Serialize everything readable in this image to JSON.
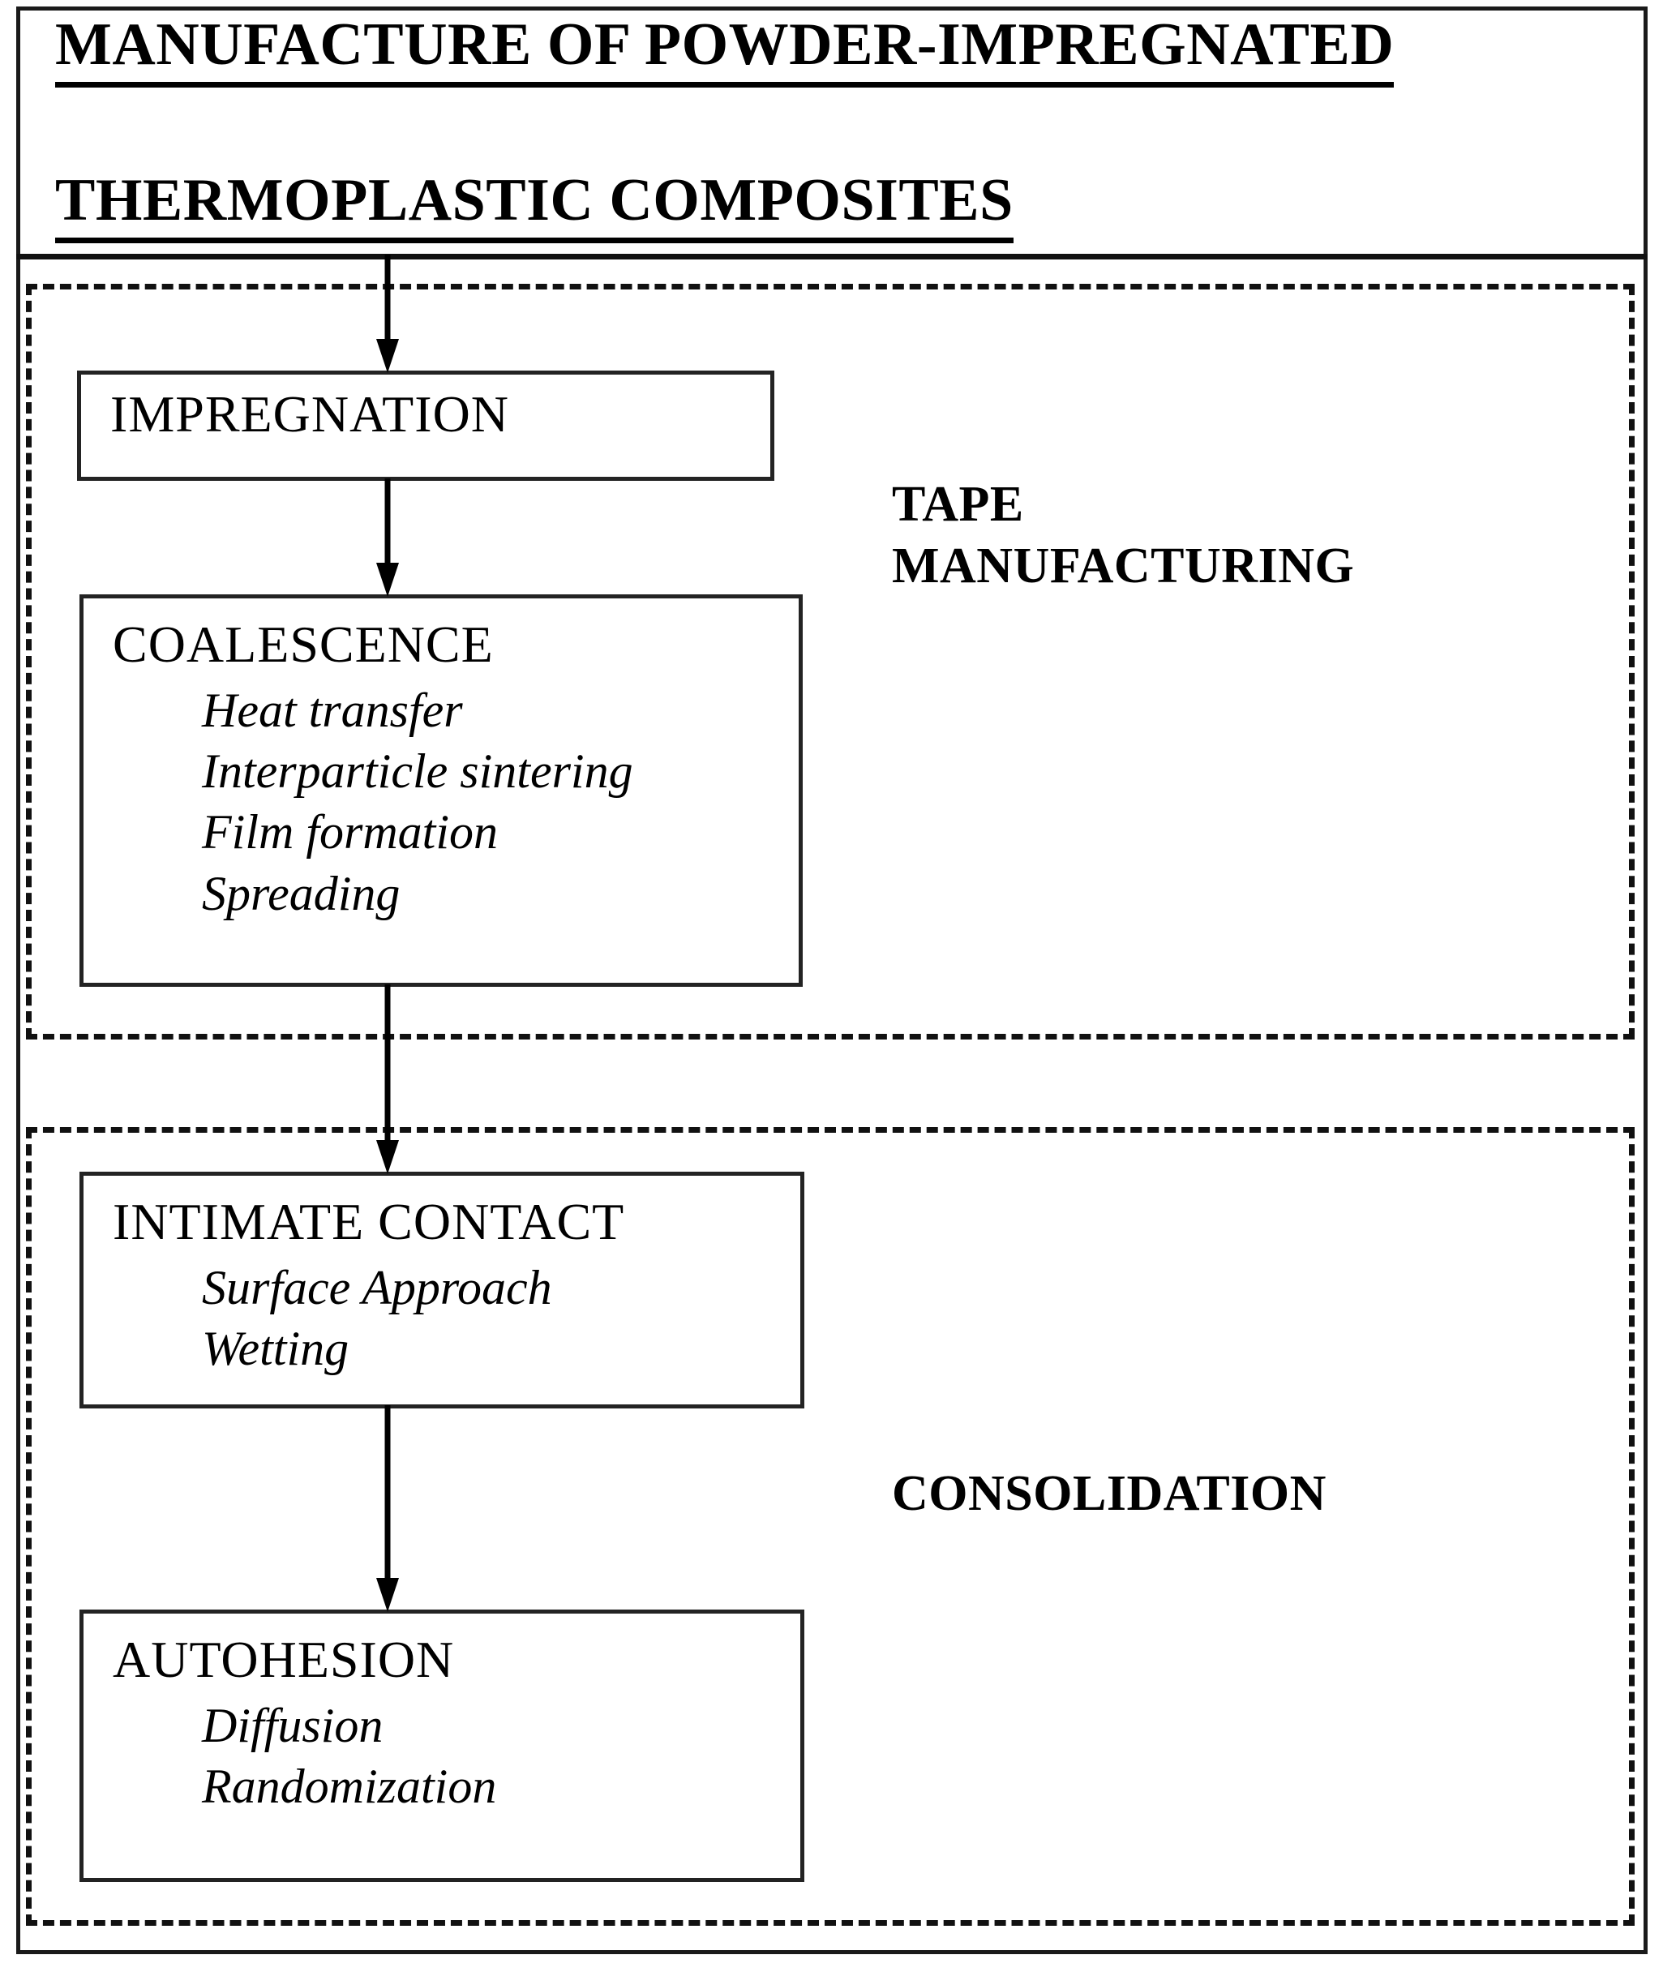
{
  "figure": {
    "title_lines": [
      "MANUFACTURE  OF POWDER-IMPREGNATED",
      "THERMOPLASTIC COMPOSITES"
    ],
    "ink_color": "#000000",
    "background_color": "#ffffff"
  },
  "groups": [
    {
      "id": "tape",
      "label": "TAPE\nMANUFACTURING",
      "border_style": "dashed"
    },
    {
      "id": "consolidation",
      "label": "CONSOLIDATION",
      "border_style": "dashed"
    }
  ],
  "boxes": [
    {
      "id": "impregnation",
      "heading": "IMPREGNATION",
      "items": []
    },
    {
      "id": "coalescence",
      "heading": "COALESCENCE",
      "items": [
        "Heat transfer",
        "Interparticle sintering",
        "Film formation",
        "Spreading"
      ]
    },
    {
      "id": "intimate_contact",
      "heading": "INTIMATE CONTACT",
      "items": [
        "Surface Approach",
        "Wetting"
      ]
    },
    {
      "id": "autohesion",
      "heading": "AUTOHESION",
      "items": [
        "Diffusion",
        "Randomization"
      ]
    }
  ],
  "connectors": [
    {
      "id": "title-to-impregnation",
      "from": "title",
      "to": "impregnation",
      "direction": "down"
    },
    {
      "id": "impregnation-to-coalescence",
      "from": "impregnation",
      "to": "coalescence",
      "direction": "down"
    },
    {
      "id": "coalescence-to-intimate-contact",
      "from": "coalescence",
      "to": "intimate_contact",
      "direction": "down"
    },
    {
      "id": "intimate-contact-to-autohesion",
      "from": "intimate_contact",
      "to": "autohesion",
      "direction": "down"
    }
  ]
}
